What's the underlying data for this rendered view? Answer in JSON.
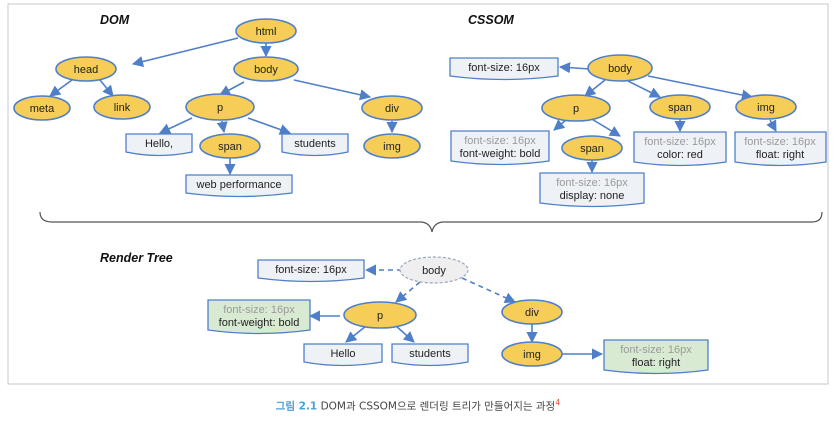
{
  "titles": {
    "dom": "DOM",
    "cssom": "CSSOM",
    "render_tree": "Render Tree"
  },
  "dom": {
    "html": "html",
    "head": "head",
    "body": "body",
    "meta": "meta",
    "link": "link",
    "p": "p",
    "div": "div",
    "hello": "Hello,",
    "span": "span",
    "students": "students",
    "img": "img",
    "web_performance": "web performance"
  },
  "cssom": {
    "body": "body",
    "body_style": "font-size: 16px",
    "p": "p",
    "span": "span",
    "img": "img",
    "p_style_1": "font-size: 16px",
    "p_style_2": "font-weight: bold",
    "span_style_1": "font-size: 16px",
    "span_style_2": "color: red",
    "img_style_1": "font-size: 16px",
    "img_style_2": "float: right",
    "pspan": "span",
    "pspan_style_1": "font-size: 16px",
    "pspan_style_2": "display: none"
  },
  "render": {
    "body": "body",
    "body_style": "font-size: 16px",
    "p": "p",
    "p_style_1": "font-size: 16px",
    "p_style_2": "font-weight: bold",
    "hello": "Hello",
    "students": "students",
    "div": "div",
    "img": "img",
    "img_style_1": "font-size: 16px",
    "img_style_2": "float: right"
  },
  "caption": {
    "figure": "그림 2.1",
    "text": "DOM과 CSSOM으로 렌더링 트리가 만들어지는 과정",
    "footnote": "4"
  },
  "colors": {
    "node_fill": "#f5cd57",
    "edge": "#4f7fc9",
    "green_box": "#d9ead3",
    "grey_box": "#eef1f6"
  }
}
